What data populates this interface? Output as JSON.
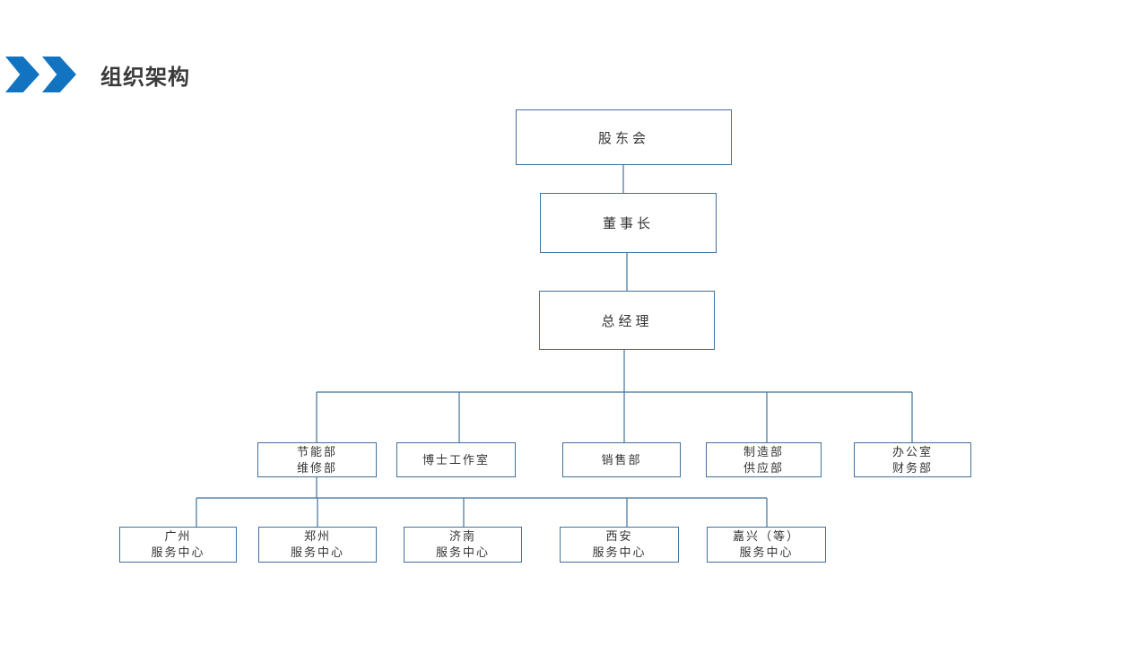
{
  "slide": {
    "title": "组织架构"
  },
  "icons": {
    "title_marker": "double-chevron-right"
  },
  "colors": {
    "chevron_blue": "#1273C0",
    "box_border": "#41719C",
    "connector_line": "#41719C",
    "title_text": "#3A3A3A",
    "node_text": "#333333",
    "background": "#FFFFFF"
  },
  "org_chart": {
    "root": {
      "label": "股东会"
    },
    "chairman": {
      "label": "董事长"
    },
    "general_manager": {
      "label": "总经理"
    },
    "departments": [
      {
        "line1": "节能部",
        "line2": "维修部"
      },
      {
        "line1": "博士工作室",
        "line2": ""
      },
      {
        "line1": "销售部",
        "line2": ""
      },
      {
        "line1": "制造部",
        "line2": "供应部"
      },
      {
        "line1": "办公室",
        "line2": "财务部"
      }
    ],
    "service_centers": [
      {
        "line1": "广州",
        "line2": "服务中心"
      },
      {
        "line1": "郑州",
        "line2": "服务中心"
      },
      {
        "line1": "济南",
        "line2": "服务中心"
      },
      {
        "line1": "西安",
        "line2": "服务中心"
      },
      {
        "line1": "嘉兴（等）",
        "line2": "服务中心"
      }
    ]
  }
}
